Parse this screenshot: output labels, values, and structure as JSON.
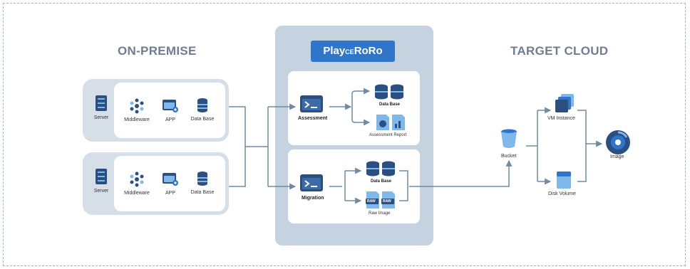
{
  "sections": {
    "on_premise_title": "ON-PREMISE",
    "target_cloud_title": "TARGET CLOUD"
  },
  "brand": {
    "prefix": "Play",
    "middle": "CE",
    "suffix": "RoRo"
  },
  "on_premise": {
    "rows": [
      {
        "items": [
          "Server",
          "Middleware",
          "APP",
          "Data Base"
        ]
      },
      {
        "items": [
          "Server",
          "Middleware",
          "APP",
          "Data Base"
        ]
      }
    ]
  },
  "assessment": {
    "label": "Assessment",
    "output_db": "Data Base",
    "output_report": "Assessment Report"
  },
  "migration": {
    "label": "Migration",
    "output_db": "Data Base",
    "output_image": "Raw Image",
    "raw_tag": "RAW"
  },
  "cloud": {
    "bucket": "Bucket",
    "vm": "VM Instance",
    "disk": "Disk Volume",
    "image": "Image"
  },
  "colors": {
    "accent": "#2f75c9",
    "icon_dark": "#2c4f82",
    "icon_light": "#7fb8ea",
    "line": "#6f8aa2",
    "title": "#6e7e90"
  }
}
